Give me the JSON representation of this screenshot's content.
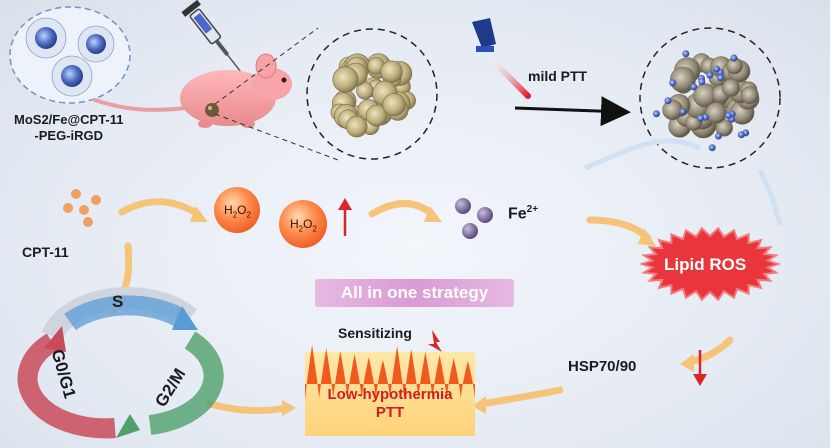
{
  "labels": {
    "nanoparticle_line1": "MoS2/Fe@CPT-11",
    "nanoparticle_line2": "-PEG-iRGD",
    "mild_ptt": "mild PTT",
    "cpt11": "CPT-11",
    "h2o2": "H2O2",
    "fe": "Fe",
    "fe_charge": "2+",
    "lipid_ros": "Lipid ROS",
    "strategy": "All in one strategy",
    "sensitizing": "Sensitizing",
    "low_hypothermia_line1": "Low-hypothermia",
    "low_hypothermia_line2": "PTT",
    "hsp": "HSP70/90",
    "cycle_s": "S",
    "cycle_g2m": "G2/M",
    "cycle_g0g1": "G0/G1"
  },
  "colors": {
    "arrow_orange": "#f5c479",
    "up_down_arrow": "#d9262a",
    "lipid_burst": "#e9353c",
    "strategy_bg": "#dca2d6",
    "flame": "#f05a1e",
    "cycle_s": "#5b9bd5",
    "cycle_g2m": "#4fa06a",
    "cycle_g0g1": "#c94a5a"
  },
  "icons": [
    "syringe-icon",
    "mouse-icon",
    "laser-icon",
    "tumor-icon",
    "nanoparticle-icon",
    "fire-icon"
  ]
}
